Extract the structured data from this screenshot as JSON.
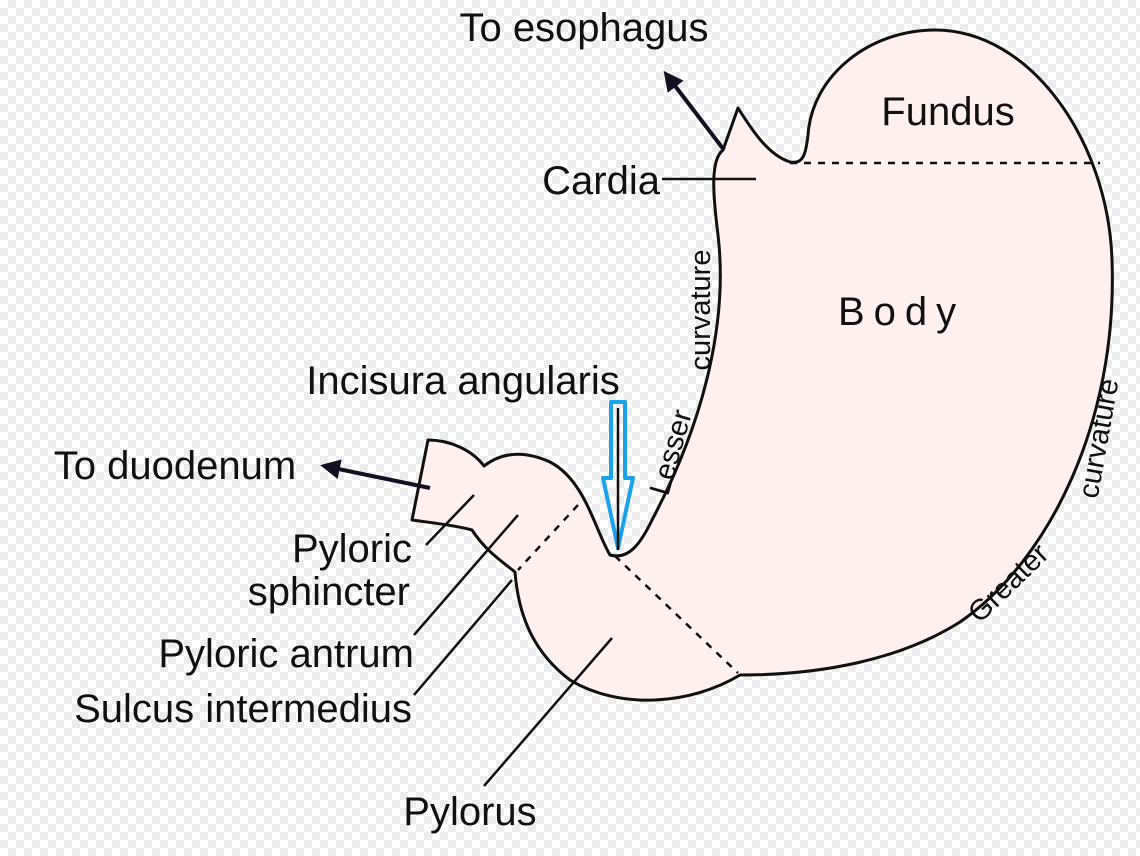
{
  "colors": {
    "organ_fill": "#fdf0ee",
    "outline": "#111111",
    "arrow": "#111122",
    "highlight_arrow": "#1aa3e8"
  },
  "labels": {
    "esophagus": "To esophagus",
    "fundus": "Fundus",
    "cardia": "Cardia",
    "body": "Body",
    "lesser_curvature_1": "curvature",
    "lesser_curvature_2": "Lesser",
    "greater_curvature_1": "curvature",
    "greater_curvature_2": "Greater",
    "incisura": "Incisura angularis",
    "duodenum": "To duodenum",
    "pyloric_sphincter_1": "Pyloric",
    "pyloric_sphincter_2": "sphincter",
    "pyloric_antrum": "Pyloric antrum",
    "sulcus": "Sulcus intermedius",
    "pylorus": "Pylorus"
  }
}
